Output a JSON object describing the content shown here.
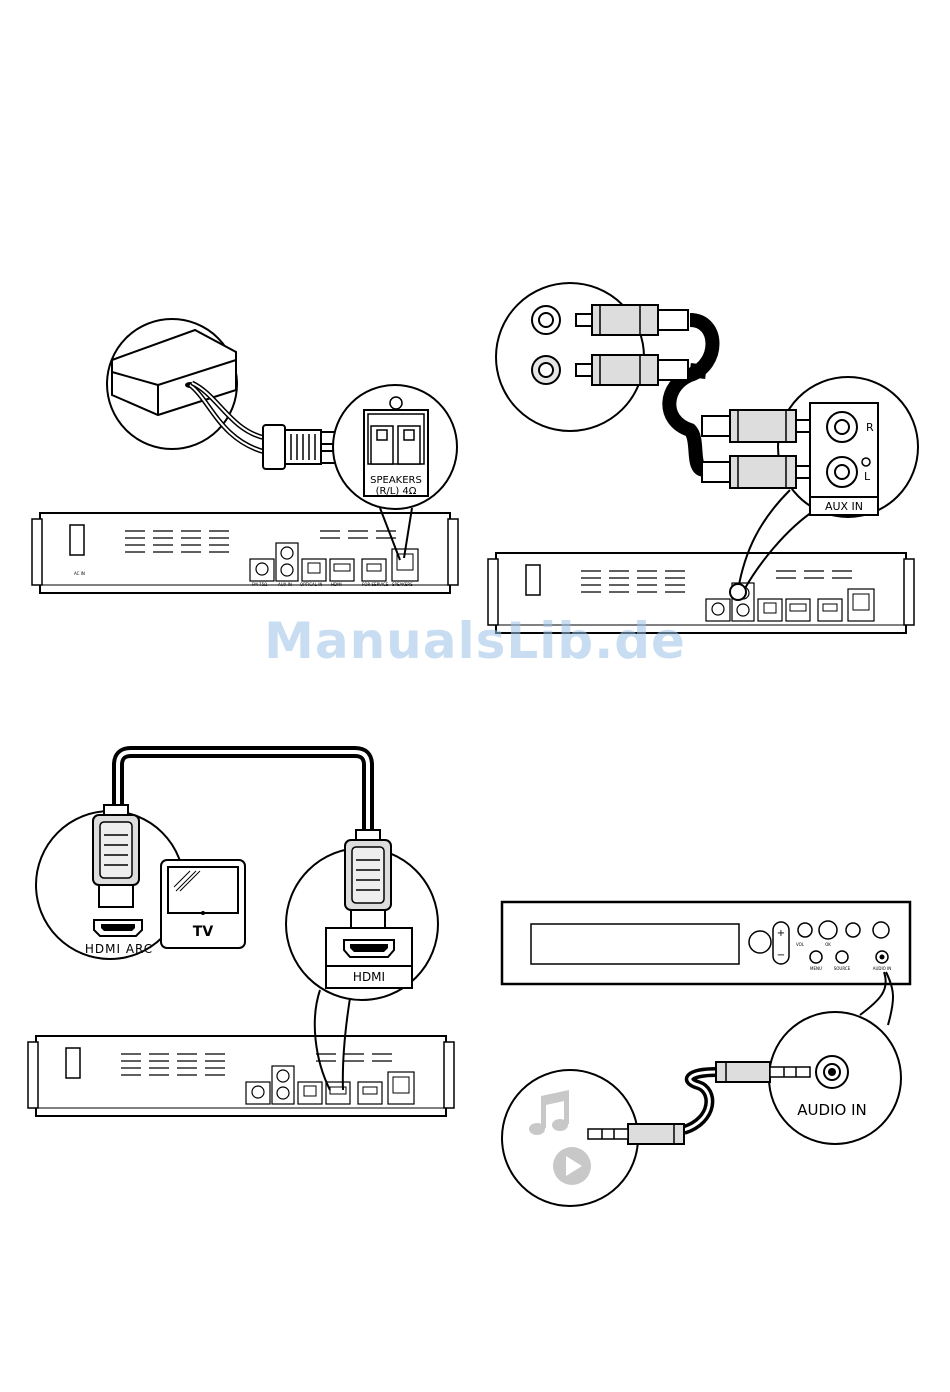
{
  "panel_speakers": {
    "speakers_label": "SPEAKERS",
    "speakers_spec": "(R/L) 4Ω"
  },
  "panel_aux": {
    "right_label": "R",
    "left_label": "L",
    "aux_in_label": "AUX IN"
  },
  "panel_hdmi": {
    "hdmi_arc_label": "HDMI ARC",
    "tv_label": "TV",
    "hdmi_label": "HDMI"
  },
  "panel_audio": {
    "audio_in_label": "AUDIO IN"
  },
  "rear_panel_labels": {
    "ac_in": "AC IN",
    "fm_ant": "FM 75Ω",
    "aux_in": "AUX IN",
    "optical_in": "OPTICAL IN",
    "hdmi": "HDMI",
    "service": "FOR SERVICE",
    "speakers": "SPEAKERS"
  },
  "front_panel_labels": {
    "vol": "VOL",
    "ok": "OK",
    "menu": "MENU",
    "source": "SOURCE",
    "audio_in": "AUDIO IN"
  },
  "watermark": "ManualsLib.de"
}
